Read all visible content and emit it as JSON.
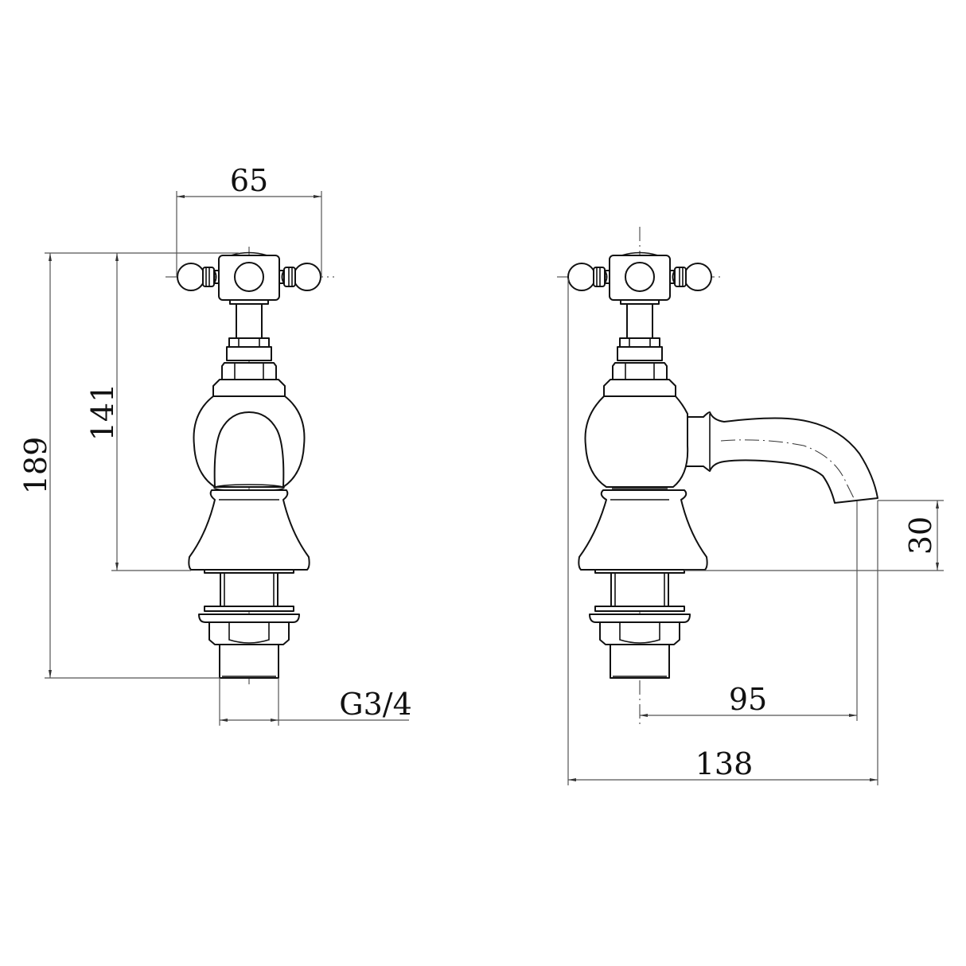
{
  "drawing": {
    "title": "Cross-head bath/basin tap — technical dimension drawing",
    "line_color": "#111111",
    "dimension_color": "#555555",
    "views": [
      {
        "name": "front-view",
        "dimensions": {
          "handle_width": "65",
          "overall_height": "189",
          "height_to_deck": "141",
          "thread": "G3/4"
        }
      },
      {
        "name": "side-view",
        "dimensions": {
          "spout_height": "30",
          "spout_reach": "95",
          "overall_depth": "138"
        }
      }
    ]
  }
}
